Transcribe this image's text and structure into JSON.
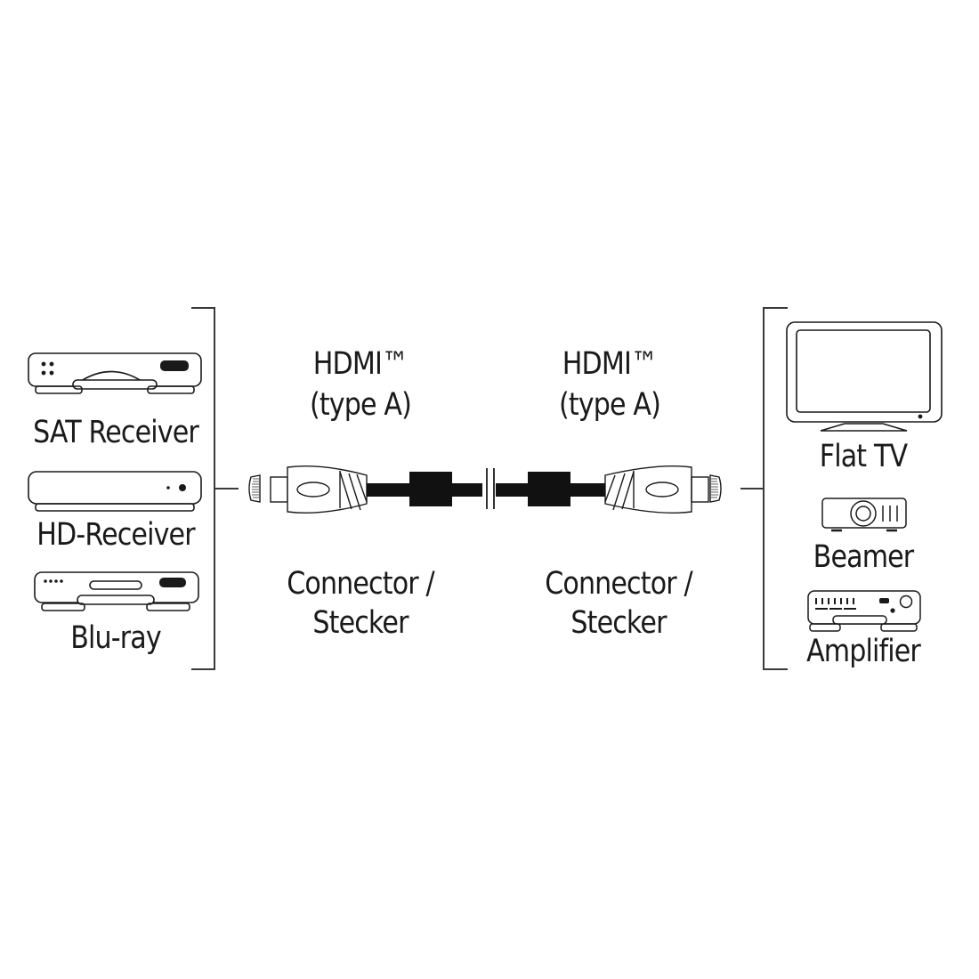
{
  "diagram": {
    "type": "cable-connection-diagram",
    "source_devices": [
      {
        "label": "SAT Receiver",
        "icon": "sat-receiver-icon"
      },
      {
        "label": "HD-Receiver",
        "icon": "hd-receiver-icon"
      },
      {
        "label": "Blu-ray",
        "icon": "bluray-player-icon"
      }
    ],
    "target_devices": [
      {
        "label": "Flat TV",
        "icon": "flat-tv-icon"
      },
      {
        "label": "Beamer",
        "icon": "projector-icon"
      },
      {
        "label": "Amplifier",
        "icon": "amplifier-icon"
      }
    ],
    "connectors": [
      {
        "title_line1": "HDMI™",
        "title_line2": "(type A)",
        "caption_line1": "Connector /",
        "caption_line2": "Stecker"
      },
      {
        "title_line1": "HDMI™",
        "title_line2": "(type A)",
        "caption_line1": "Connector /",
        "caption_line2": "Stecker"
      }
    ],
    "colors": {
      "line": "#3a3a3a",
      "cable": "#111111",
      "background": "#ffffff"
    }
  }
}
